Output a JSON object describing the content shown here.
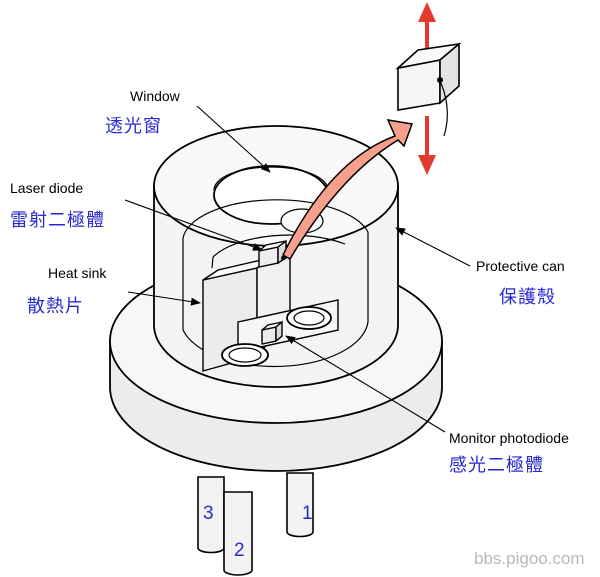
{
  "labels": {
    "window": {
      "en": "Window",
      "zh": "透光窗"
    },
    "laser_diode": {
      "en": "Laser diode",
      "zh": "雷射二極體"
    },
    "heat_sink": {
      "en": "Heat sink",
      "zh": "散熱片"
    },
    "protective_can": {
      "en": "Protective can",
      "zh": "保護殼"
    },
    "monitor_photodiode": {
      "en": "Monitor photodiode",
      "zh": "感光二極體"
    }
  },
  "pins": {
    "pin1": "1",
    "pin2": "2",
    "pin3": "3"
  },
  "watermark": "bbs.pigoo.com",
  "colors": {
    "body_fill": "#f3f3f3",
    "outline": "#000000",
    "arrow_red": "#e23b2e",
    "beam_fill": "#f6a08c",
    "label_blue": "#2a2ad0"
  }
}
